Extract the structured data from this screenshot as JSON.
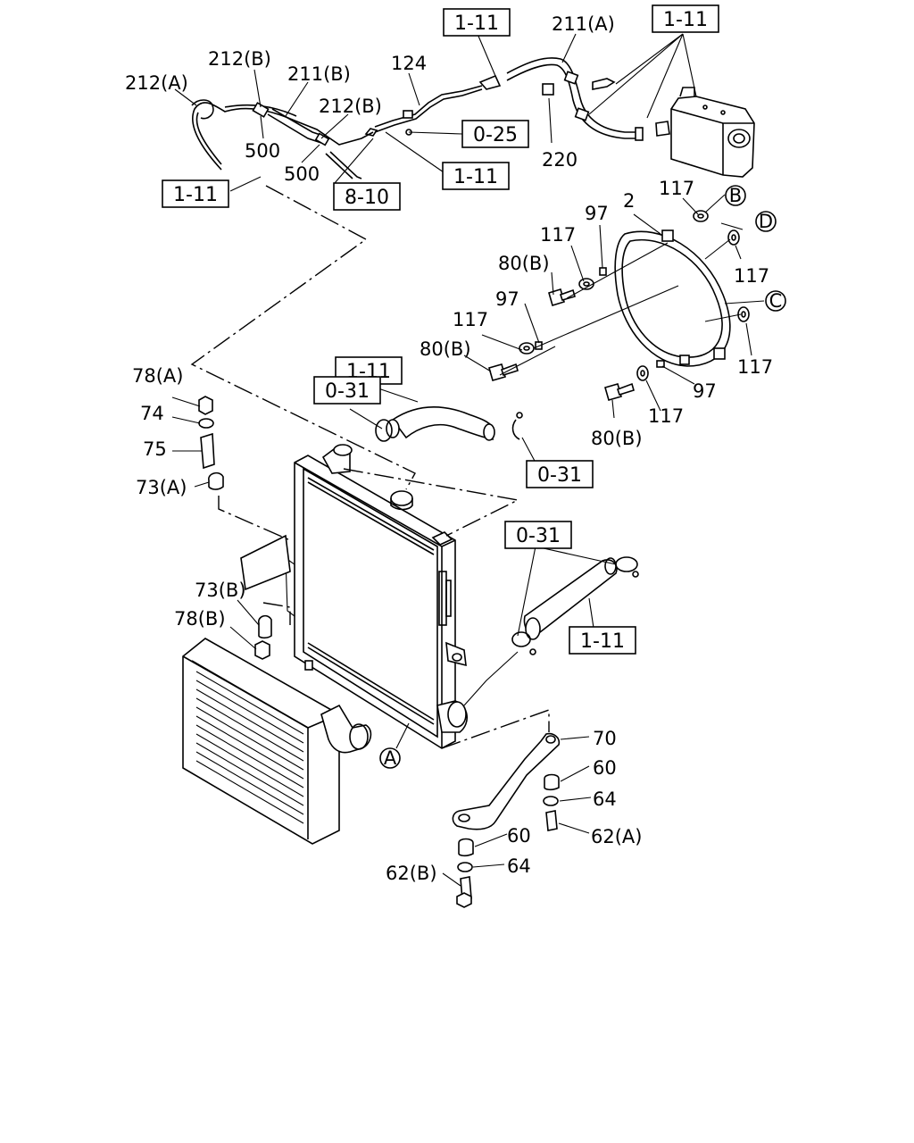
{
  "labels": {
    "l212A": "212(A)",
    "l212B_a": "212(B)",
    "l211B": "211(B)",
    "l124": "124",
    "l211A": "211(A)",
    "l212B_b": "212(B)",
    "l500a": "500",
    "l500b": "500",
    "l220": "220",
    "l117a": "117",
    "l97a": "97",
    "l2": "2",
    "l117b": "117",
    "l80Ba": "80(B)",
    "l117c": "117",
    "l97b": "97",
    "l117d": "117",
    "l80Bb": "80(B)",
    "l117e": "117",
    "l97c": "97",
    "l117f": "117",
    "l80Bc": "80(B)",
    "l78A": "78(A)",
    "l74": "74",
    "l75": "75",
    "l73A": "73(A)",
    "l73B": "73(B)",
    "l78B": "78(B)",
    "l70": "70",
    "l60a": "60",
    "l64a": "64",
    "l62A": "62(A)",
    "l60b": "60",
    "l64b": "64",
    "l62B": "62(B)"
  },
  "refs": {
    "r1": "1-11",
    "r2": "1-11",
    "r3": "0-25",
    "r4": "1-11",
    "r5": "8-10",
    "r6": "1-11",
    "r7": "1-11",
    "r8": "0-31",
    "r9": "0-31",
    "r10": "0-31",
    "r11": "1-11"
  },
  "circled": {
    "cA": "A",
    "cB": "B",
    "cC": "C",
    "cD": "D"
  }
}
